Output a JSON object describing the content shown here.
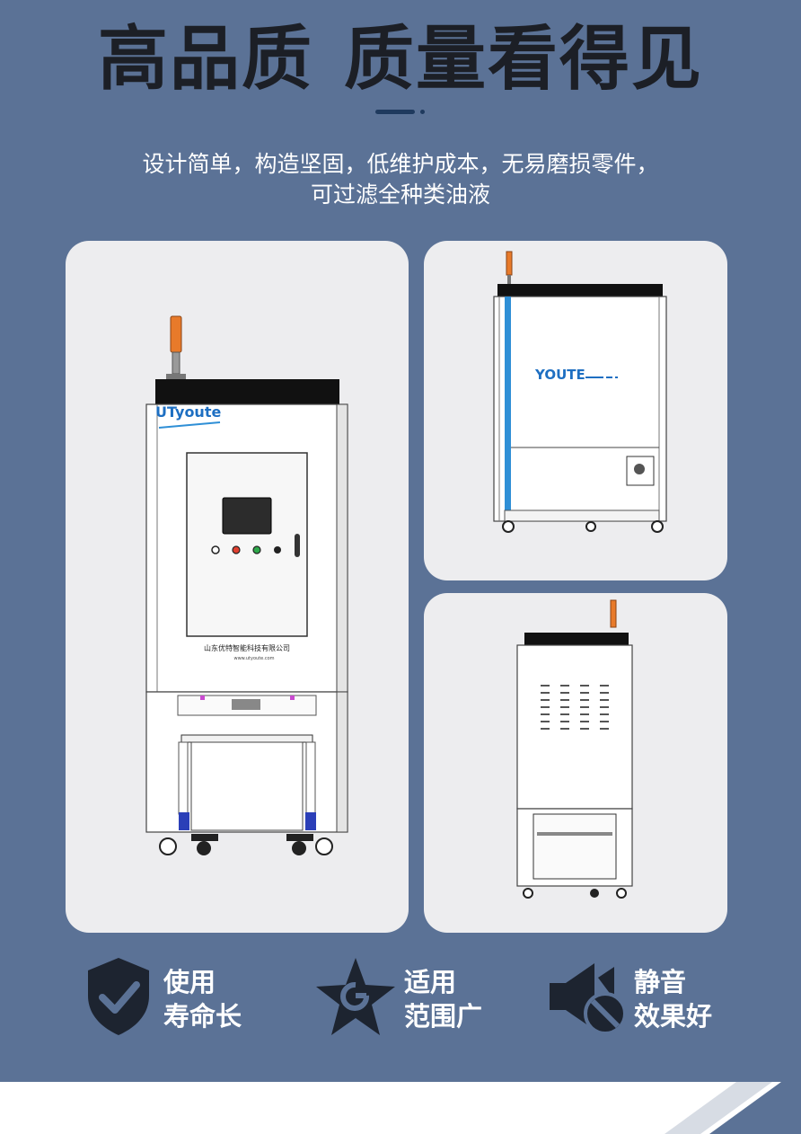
{
  "header": {
    "headline_left": "高品质",
    "headline_right": "质量看得见",
    "subtitle_line1": "设计简单，构造坚固，低维护成本，无易磨损零件，",
    "subtitle_line2": "可过滤全种类油液"
  },
  "products": {
    "front": {
      "logo_text": "UTyoute",
      "company_name": "山东优特智能科技有限公司",
      "website": "www.utyoute.com"
    },
    "side": {
      "logo_text": "YOUTE"
    },
    "back": {}
  },
  "features": [
    {
      "icon": "shield-check-icon",
      "line1": "使用",
      "line2": "寿命长"
    },
    {
      "icon": "star-badge-icon",
      "line1": "适用",
      "line2": "范围广"
    },
    {
      "icon": "speaker-mute-icon",
      "line1": "静音",
      "line2": "效果好"
    }
  ],
  "colors": {
    "background": "#5b7296",
    "headline": "#1c1f26",
    "card": "#ededef",
    "accent_blue": "#2f8fd6"
  }
}
